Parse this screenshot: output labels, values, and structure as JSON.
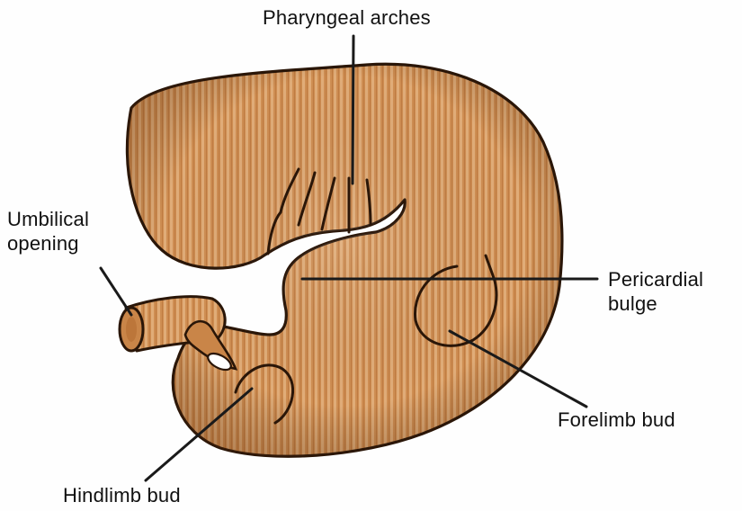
{
  "labels": {
    "pharyngeal_arches": "Pharyngeal arches",
    "umbilical_opening": {
      "line1": "Umbilical",
      "line2": "opening"
    },
    "pericardial_bulge": {
      "line1": "Pericardial",
      "line2": "bulge"
    },
    "forelimb_bud": "Forelimb bud",
    "hindlimb_bud": "Hindlimb bud"
  },
  "colors": {
    "embryo_fill_light": "#dca56f",
    "embryo_fill_mid": "#c98548",
    "embryo_fill_dark": "#b06a30",
    "outline": "#2a1608",
    "leader_line": "#1a1a1a",
    "text": "#111111"
  }
}
